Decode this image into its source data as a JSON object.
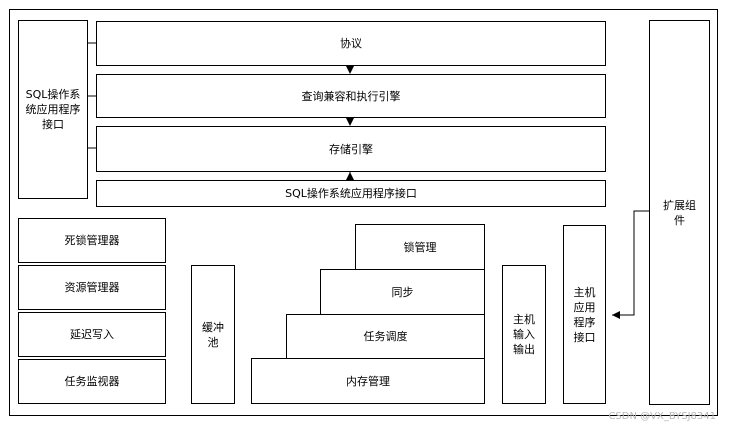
{
  "diagram": {
    "sql_api_left": "SQL操作系统应用程序接口",
    "protocol": "协议",
    "query_engine": "查询兼容和执行引擎",
    "storage_engine": "存储引擎",
    "sql_api_bar": "SQL操作系统应用程序接口",
    "extension": "扩展组件",
    "left_column": [
      "死锁管理器",
      "资源管理器",
      "延迟写入",
      "任务监视器"
    ],
    "buffer_pool": "缓冲池",
    "stair": {
      "lock_mgmt": "锁管理",
      "sync": "同步",
      "task_sched": "任务调度",
      "memory_mgmt": "内存管理"
    },
    "host_io": "主机输入输出",
    "host_app_api": "主机应用程序接口"
  },
  "watermark": "CSDN @VX_BYSJ8341"
}
